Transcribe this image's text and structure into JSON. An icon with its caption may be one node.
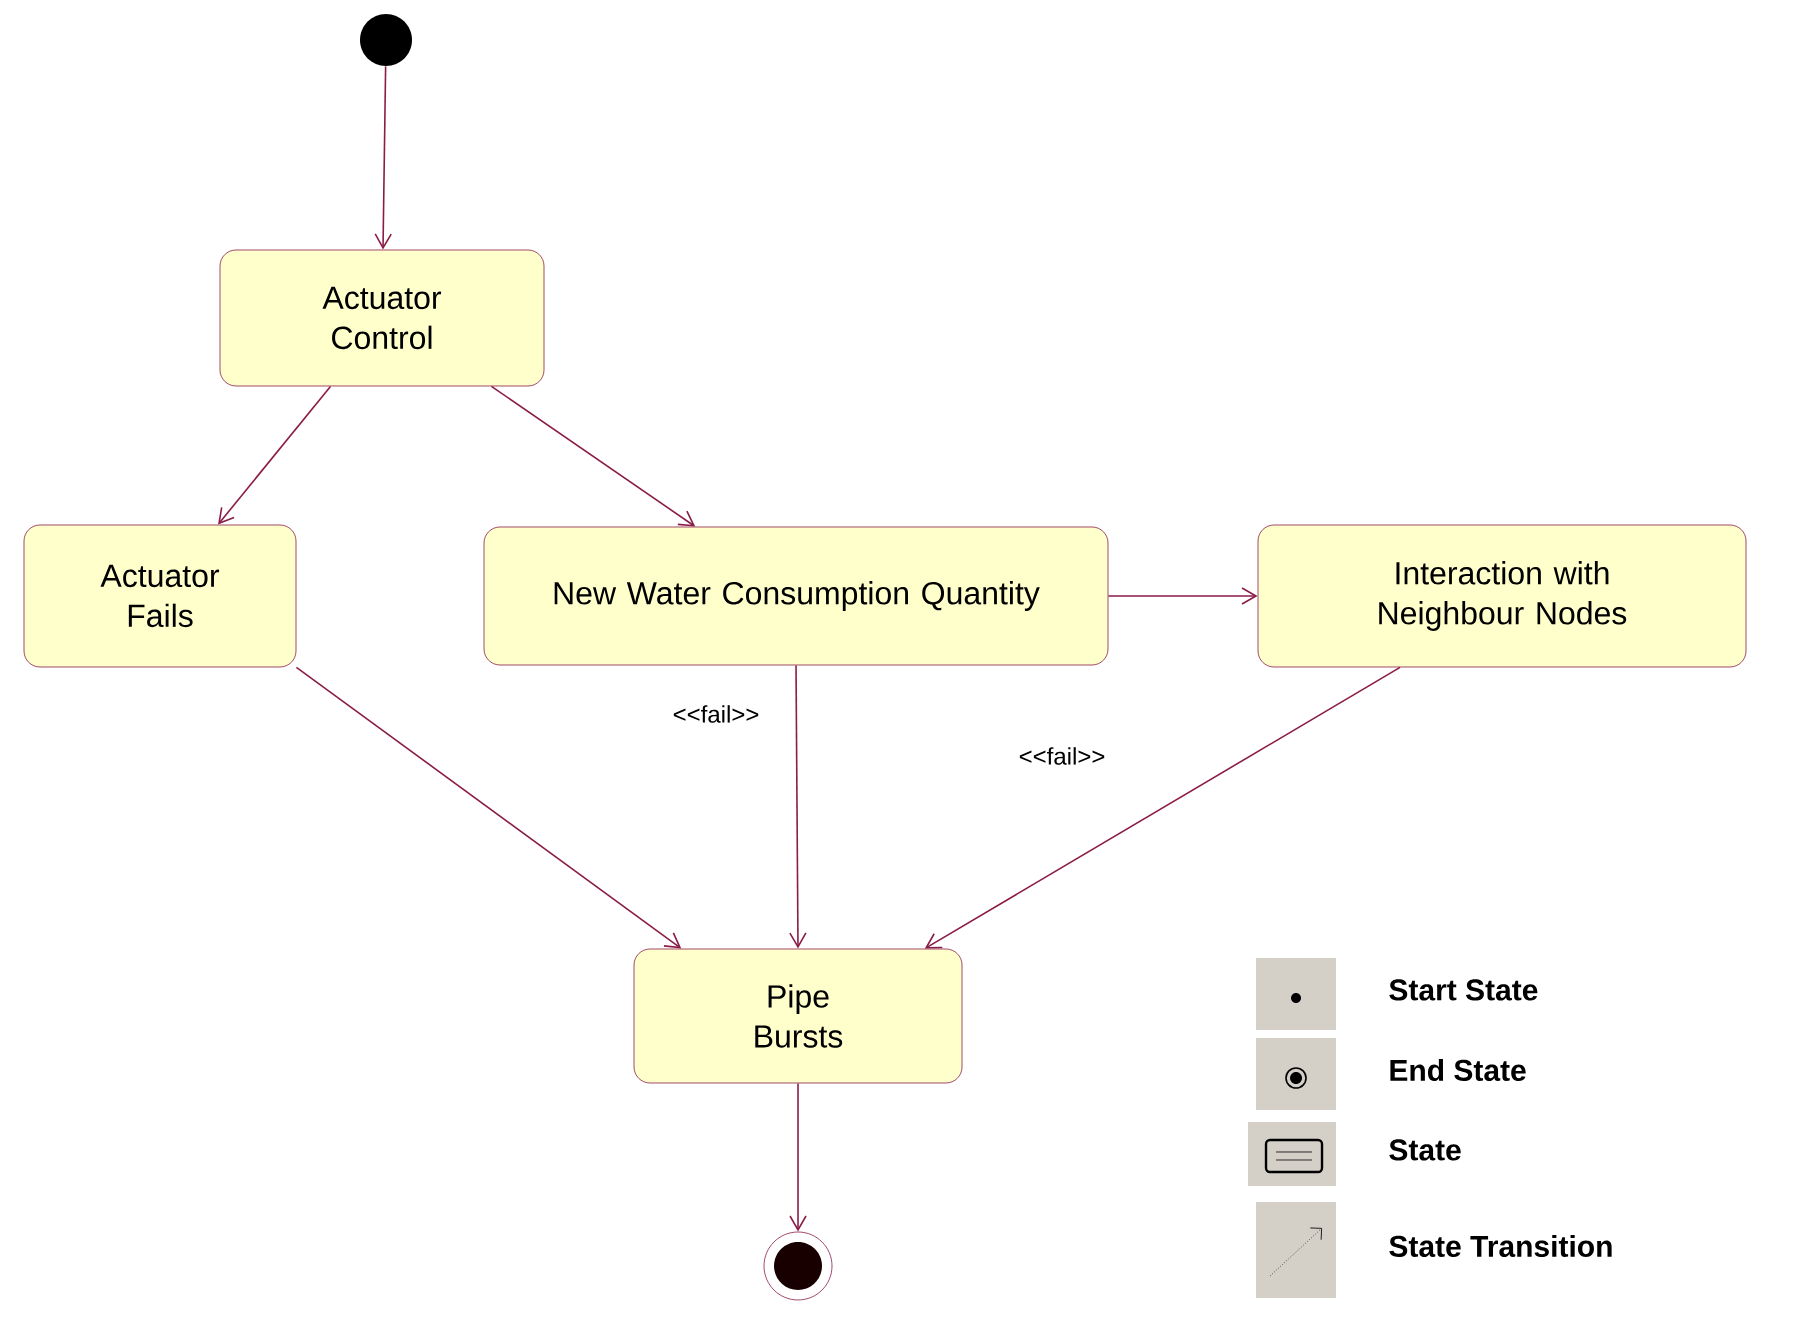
{
  "diagram": {
    "nodes": [
      {
        "text": [],
        "shape": "circle"
      },
      {
        "text": [
          "Actuator Control"
        ]
      },
      {
        "text": [
          "Actuator Fails"
        ]
      },
      {
        "text": [
          "New Water Consumption Quantity"
        ]
      },
      {
        "text": [
          "Interaction with Neighbour Nodes"
        ]
      },
      {
        "text": [
          "Pipe Bursts"
        ]
      },
      {
        "text": [],
        "shape": "circle"
      }
    ],
    "edges": [
      {
        "from": 0,
        "to": 1,
        "arrow": "to"
      },
      {
        "from": 1,
        "to": 2,
        "arrow": "to"
      },
      {
        "from": 1,
        "to": 3,
        "arrow": "to"
      },
      {
        "from": 3,
        "to": 4,
        "arrow": "to"
      },
      {
        "from": 2,
        "to": 5,
        "arrow": "to"
      },
      {
        "from": 3,
        "to": 5,
        "arrow": "to",
        "label": "<<fail>>"
      },
      {
        "from": 4,
        "to": 5,
        "arrow": "to",
        "label": "<<fail>>"
      },
      {
        "from": 5,
        "to": 6,
        "arrow": "to"
      }
    ],
    "legend": [
      {
        "text": "Start State"
      },
      {
        "text": "End State"
      },
      {
        "text": "State"
      },
      {
        "text": "State Transition"
      }
    ]
  }
}
